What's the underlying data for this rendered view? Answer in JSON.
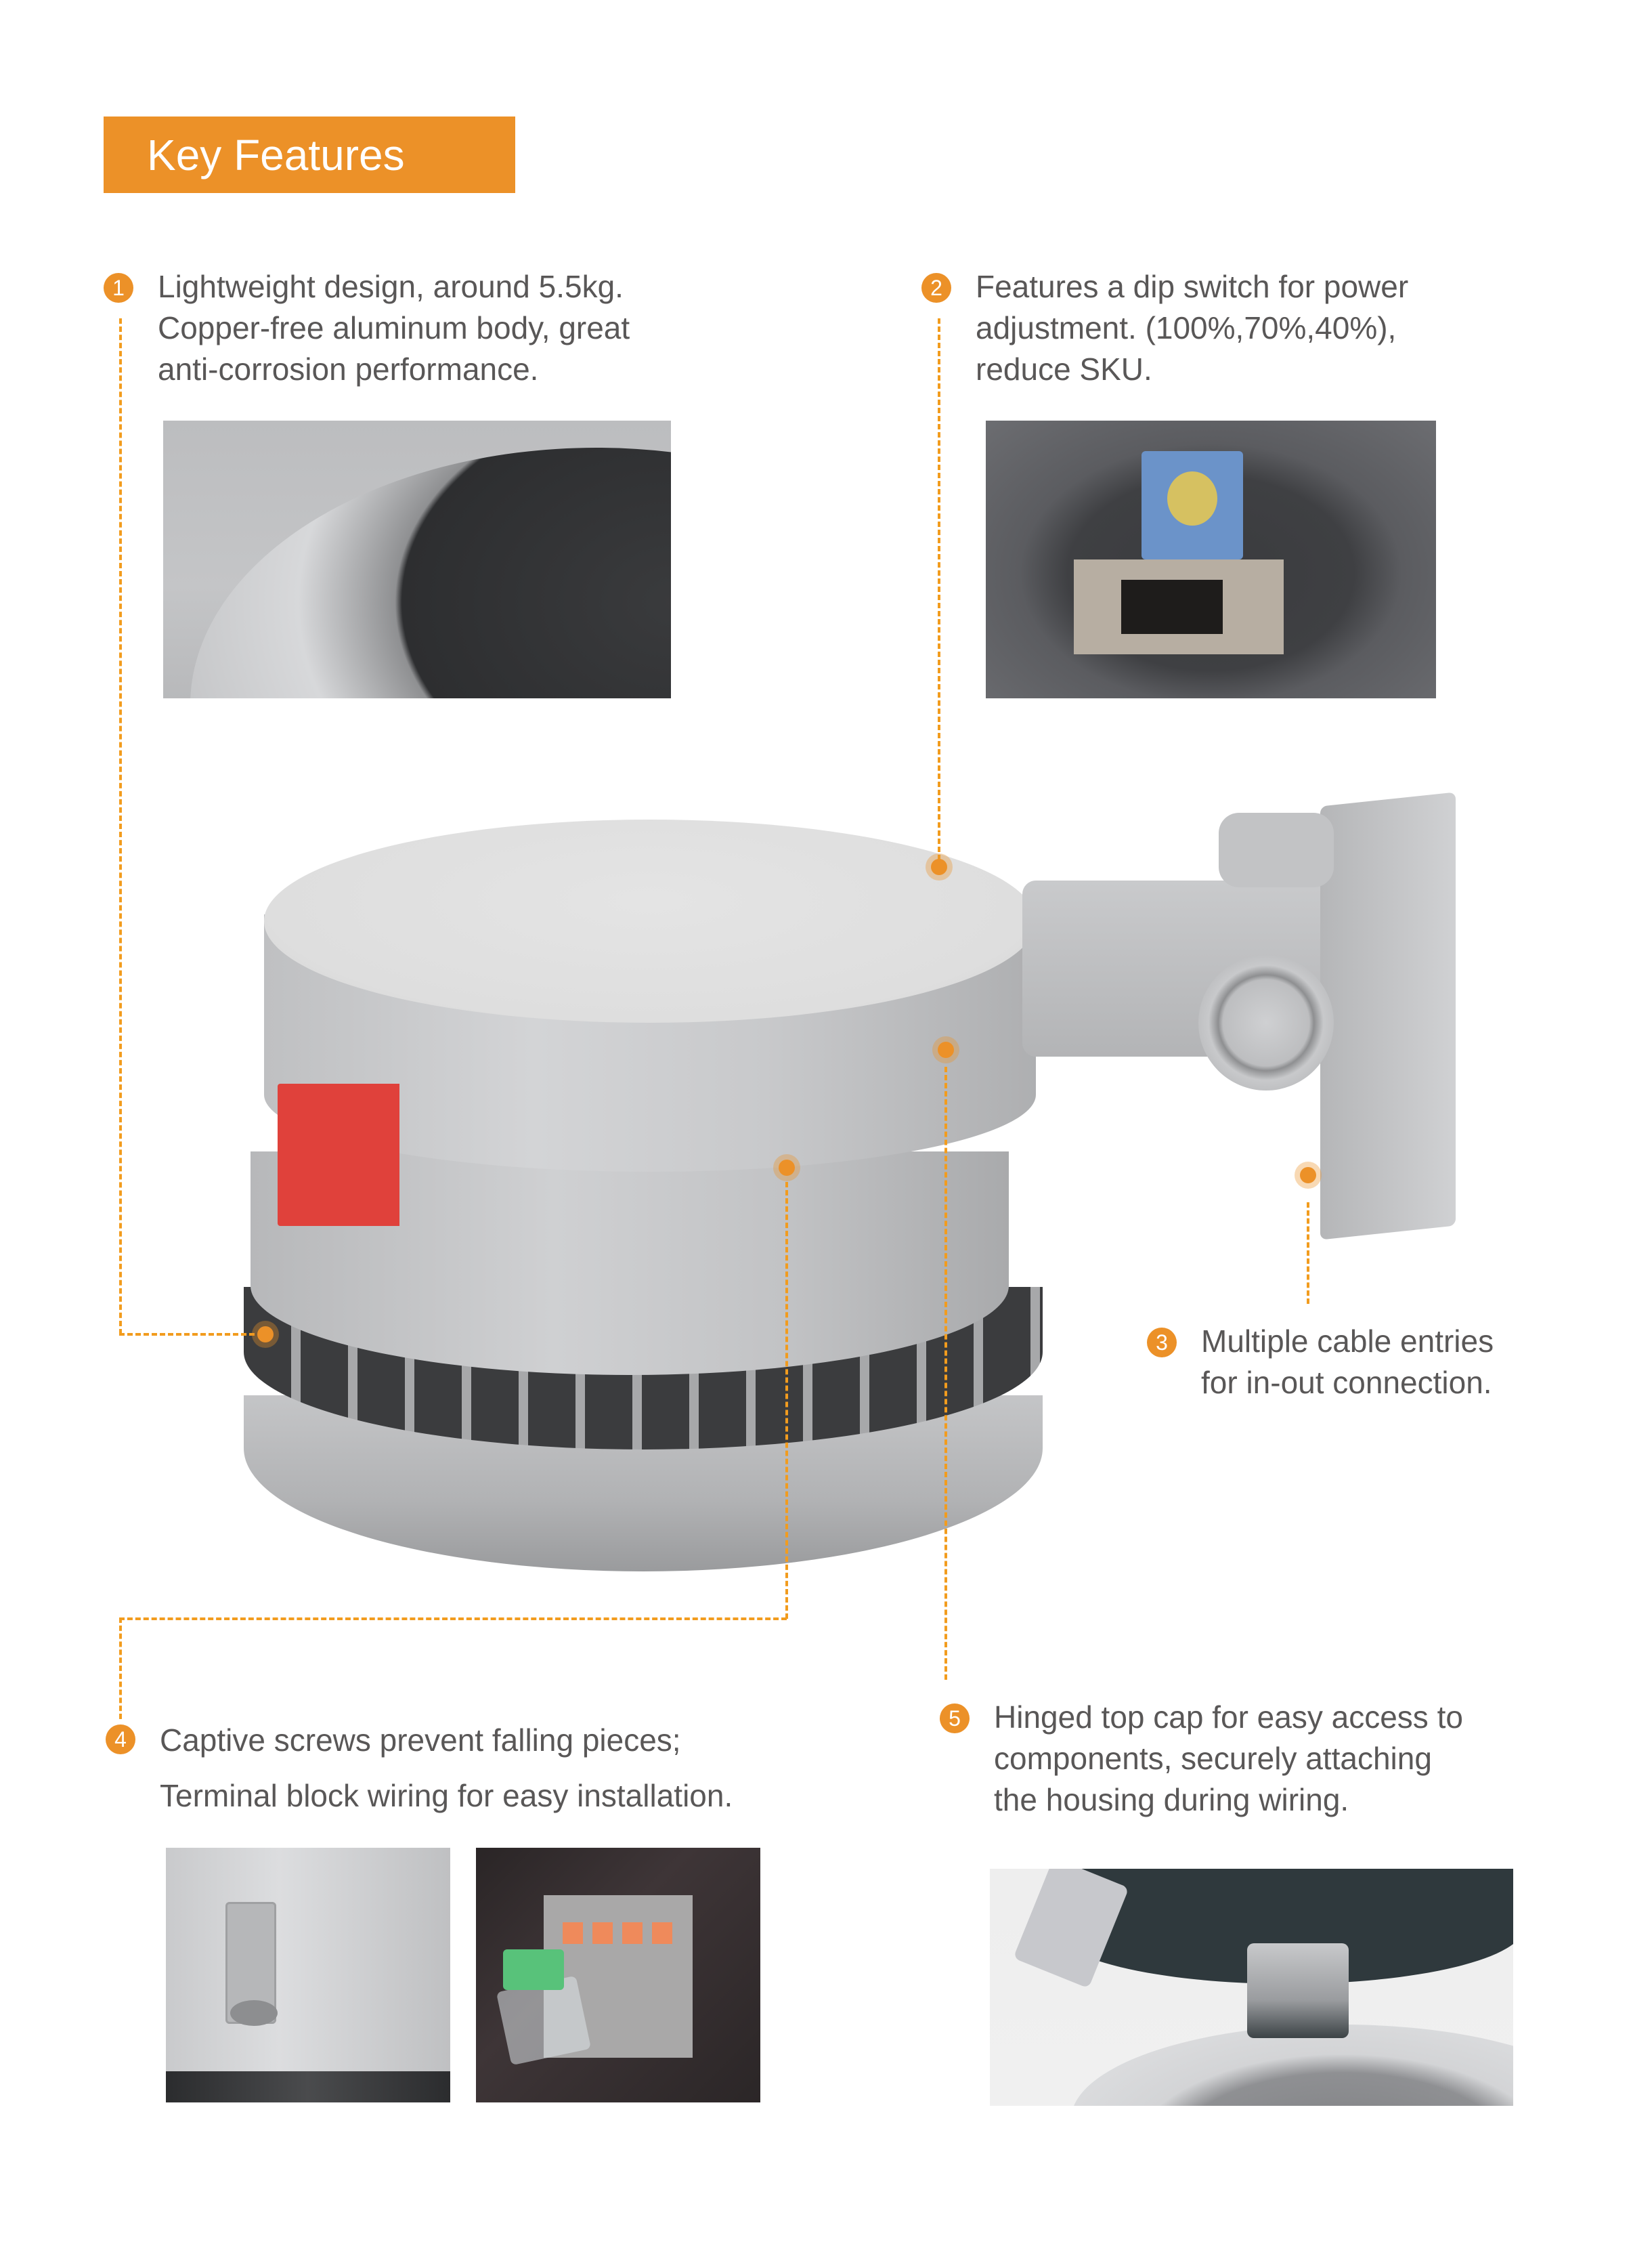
{
  "header": {
    "title": "Key Features",
    "background_color": "#ec9128",
    "text_color": "#ffffff"
  },
  "accent_color": "#ec9128",
  "text_color": "#595757",
  "features": [
    {
      "number": "1",
      "lines": [
        "Lightweight design, around 5.5kg.",
        "Copper-free aluminum body, great",
        "anti-corrosion performance."
      ],
      "photo": "heat-sink-fins-closeup"
    },
    {
      "number": "2",
      "lines": [
        "Features a dip switch for power",
        "adjustment. (100%,70%,40%),",
        "reduce SKU."
      ],
      "photo": "dip-switch-closeup"
    },
    {
      "number": "3",
      "lines": [
        "Multiple cable entries",
        "for in-out connection."
      ]
    },
    {
      "number": "4",
      "lines": [
        "Captive screws prevent falling pieces;",
        "Terminal block wiring for easy installation."
      ],
      "photos": [
        "captive-screw-closeup",
        "terminal-block-wiring"
      ]
    },
    {
      "number": "5",
      "lines": [
        "Hinged top cap for easy access to",
        "components, securely attaching",
        "the housing during wiring."
      ],
      "photo": "hinge-closeup"
    }
  ],
  "product_image": "explosion-proof-led-light-fixture-with-wall-bracket"
}
